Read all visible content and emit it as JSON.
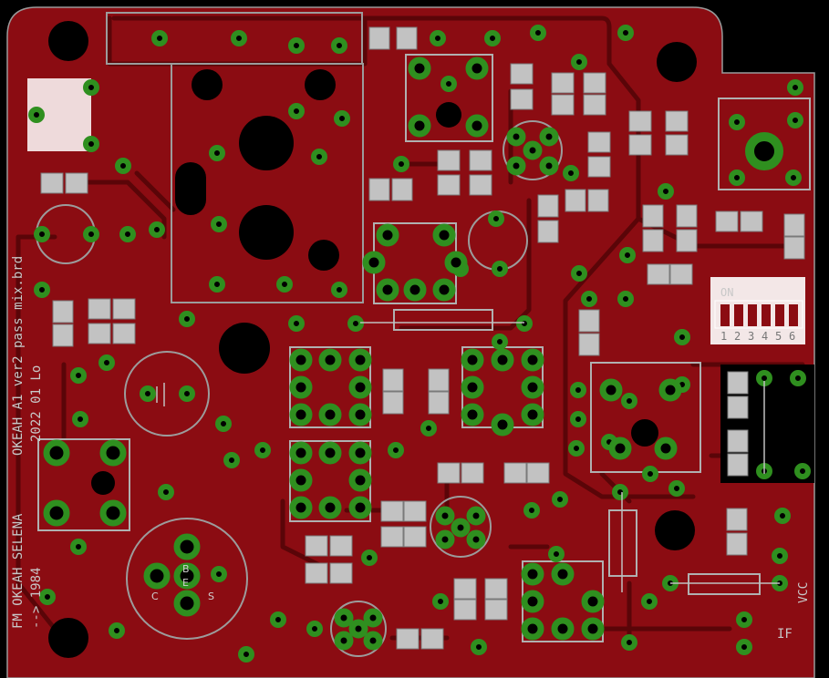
{
  "board": {
    "vertical_text_lines": [
      "OKEAH A1 ver2 pass mix.brd",
      "2022 01 Lo",
      "FM OKEAH SELENA",
      "--> 1984"
    ],
    "dip_switch": {
      "on_label": "ON",
      "numbers": [
        "1",
        "2",
        "3",
        "4",
        "5",
        "6"
      ]
    },
    "transistor_pins": {
      "c": "C",
      "b": "B",
      "e": "E",
      "s": "S"
    },
    "power_label": "VCC",
    "if_label": "IF"
  },
  "colors": {
    "board": "#8b0c12",
    "copper_fill": "#a31219",
    "trace": "#5a0508",
    "pad_ring": "#2f8f1f",
    "pad_outline": "#a0a0a0",
    "hole": "#000000",
    "silkscreen": "#bdbdbd"
  }
}
